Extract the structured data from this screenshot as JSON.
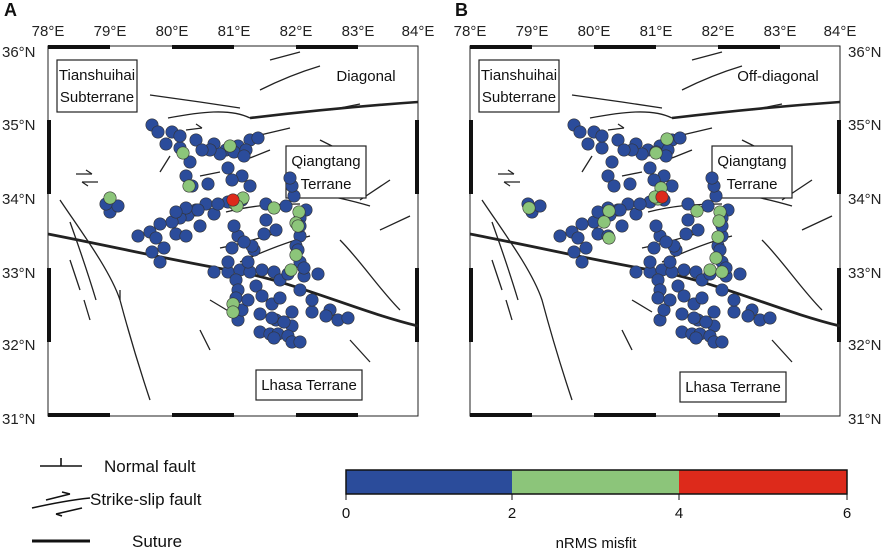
{
  "panels": [
    {
      "letter": "A",
      "mode": "Diagonal",
      "green": [
        [
          183,
          153
        ],
        [
          189,
          186
        ],
        [
          299,
          212
        ],
        [
          274,
          208
        ],
        [
          296,
          223
        ],
        [
          235,
          204
        ],
        [
          243,
          198
        ],
        [
          296,
          255
        ],
        [
          291,
          270
        ],
        [
          233,
          304
        ],
        [
          233,
          312
        ],
        [
          298,
          226
        ],
        [
          230,
          146
        ],
        [
          110,
          198
        ],
        [
          237,
          206
        ]
      ],
      "red": [
        [
          233,
          200
        ]
      ]
    },
    {
      "letter": "B",
      "mode": "Off-diagonal",
      "green": [
        [
          656,
          153
        ],
        [
          667,
          139
        ],
        [
          661,
          188
        ],
        [
          658,
          199
        ],
        [
          720,
          212
        ],
        [
          697,
          211
        ],
        [
          719,
          221
        ],
        [
          718,
          237
        ],
        [
          716,
          258
        ],
        [
          710,
          270
        ],
        [
          722,
          272
        ],
        [
          609,
          211
        ],
        [
          609,
          238
        ],
        [
          604,
          222
        ],
        [
          529,
          208
        ],
        [
          655,
          197
        ]
      ],
      "red": [
        [
          662,
          197
        ]
      ]
    }
  ],
  "map": {
    "lon_labels": [
      "78°E",
      "79°E",
      "80°E",
      "81°E",
      "82°E",
      "83°E",
      "84°E"
    ],
    "lat_labels_left": [
      "36°N",
      "35°N",
      "34°N",
      "33°N",
      "32°N",
      "31°N"
    ],
    "lat_labels_right": [
      "36°N",
      "35°N",
      "34°N",
      "33°N",
      "32°N",
      "31°N"
    ],
    "terranes": {
      "tianshuihai": [
        "Tianshuihai",
        "Subterrane"
      ],
      "qiangtang": [
        "Qiangtang",
        "Terrane"
      ],
      "lhasa": "Lhasa Terrane"
    }
  },
  "legend": {
    "normal_fault": "Normal fault",
    "strike_slip_fault": "Strike-slip fault",
    "suture": "Suture"
  },
  "colorbar": {
    "title": "nRMS misfit",
    "ticks": [
      "0",
      "2",
      "4",
      "6"
    ],
    "range": [
      0,
      6
    ],
    "bins": [
      {
        "from": 0,
        "to": 2,
        "color": "#2b4c9b"
      },
      {
        "from": 2,
        "to": 4,
        "color": "#8cc57a"
      },
      {
        "from": 4,
        "to": 6,
        "color": "#dd2a1b"
      }
    ]
  },
  "colors": {
    "blue": "#2b4c9b",
    "green": "#8cc57a",
    "red": "#dd2a1b"
  },
  "stations": [
    [
      152,
      125
    ],
    [
      158,
      132
    ],
    [
      166,
      144
    ],
    [
      180,
      148
    ],
    [
      196,
      140
    ],
    [
      214,
      144
    ],
    [
      226,
      150
    ],
    [
      238,
      146
    ],
    [
      250,
      140
    ],
    [
      258,
      138
    ],
    [
      234,
      152
    ],
    [
      220,
      154
    ],
    [
      210,
      150
    ],
    [
      246,
      150
    ],
    [
      190,
      162
    ],
    [
      186,
      176
    ],
    [
      192,
      186
    ],
    [
      208,
      184
    ],
    [
      242,
      176
    ],
    [
      250,
      186
    ],
    [
      242,
      200
    ],
    [
      228,
      202
    ],
    [
      206,
      204
    ],
    [
      196,
      210
    ],
    [
      188,
      215
    ],
    [
      180,
      218
    ],
    [
      172,
      222
    ],
    [
      176,
      234
    ],
    [
      186,
      236
    ],
    [
      160,
      224
    ],
    [
      150,
      232
    ],
    [
      138,
      236
    ],
    [
      152,
      252
    ],
    [
      160,
      262
    ],
    [
      214,
      272
    ],
    [
      228,
      272
    ],
    [
      240,
      270
    ],
    [
      250,
      272
    ],
    [
      262,
      270
    ],
    [
      274,
      272
    ],
    [
      280,
      280
    ],
    [
      288,
      274
    ],
    [
      304,
      276
    ],
    [
      318,
      274
    ],
    [
      236,
      280
    ],
    [
      238,
      290
    ],
    [
      256,
      286
    ],
    [
      262,
      296
    ],
    [
      272,
      304
    ],
    [
      280,
      298
    ],
    [
      236,
      298
    ],
    [
      238,
      320
    ],
    [
      260,
      314
    ],
    [
      276,
      320
    ],
    [
      292,
      312
    ],
    [
      312,
      312
    ],
    [
      330,
      310
    ],
    [
      326,
      316
    ],
    [
      292,
      326
    ],
    [
      260,
      332
    ],
    [
      270,
      334
    ],
    [
      278,
      334
    ],
    [
      288,
      336
    ],
    [
      292,
      342
    ],
    [
      300,
      342
    ],
    [
      274,
      338
    ],
    [
      248,
      262
    ],
    [
      254,
      250
    ],
    [
      238,
      236
    ],
    [
      234,
      226
    ],
    [
      286,
      206
    ],
    [
      306,
      210
    ],
    [
      300,
      218
    ],
    [
      300,
      236
    ],
    [
      296,
      246
    ],
    [
      300,
      262
    ],
    [
      110,
      212
    ],
    [
      118,
      206
    ],
    [
      106,
      204
    ],
    [
      294,
      196
    ],
    [
      292,
      186
    ],
    [
      290,
      178
    ],
    [
      300,
      226
    ],
    [
      298,
      250
    ],
    [
      304,
      268
    ],
    [
      252,
      246
    ],
    [
      244,
      242
    ],
    [
      264,
      234
    ],
    [
      276,
      230
    ],
    [
      266,
      204
    ],
    [
      172,
      132
    ],
    [
      180,
      136
    ],
    [
      232,
      180
    ],
    [
      244,
      156
    ],
    [
      228,
      168
    ],
    [
      202,
      150
    ],
    [
      198,
      210
    ],
    [
      214,
      214
    ],
    [
      218,
      204
    ],
    [
      200,
      226
    ],
    [
      186,
      208
    ],
    [
      176,
      212
    ],
    [
      156,
      238
    ],
    [
      164,
      248
    ],
    [
      266,
      220
    ],
    [
      232,
      248
    ],
    [
      228,
      262
    ],
    [
      300,
      290
    ],
    [
      312,
      300
    ],
    [
      338,
      320
    ],
    [
      348,
      318
    ],
    [
      242,
      310
    ],
    [
      248,
      300
    ],
    [
      284,
      322
    ],
    [
      272,
      318
    ]
  ]
}
